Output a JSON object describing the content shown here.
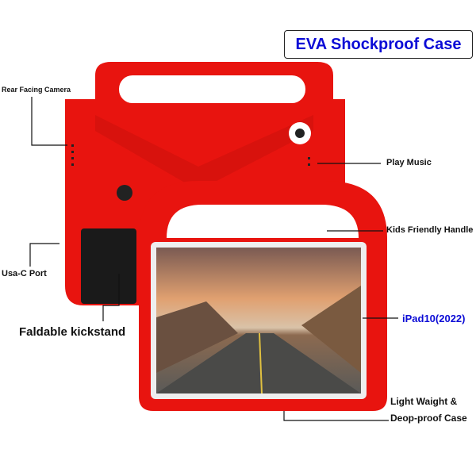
{
  "title": "EVA Shockproof Case",
  "labels": {
    "rear_camera": "Rear Facing Camera",
    "play_music": "Play Music",
    "handle": "Kids Friendly Handle",
    "usb_port": "Usa-C Port",
    "kickstand": "Faldable kickstand",
    "model": "iPad10(2022)",
    "weight_line1": "Light Waight &",
    "weight_line2": "Deop-proof Case"
  },
  "colors": {
    "case": "#e8140f",
    "title": "#0b0bd6"
  }
}
